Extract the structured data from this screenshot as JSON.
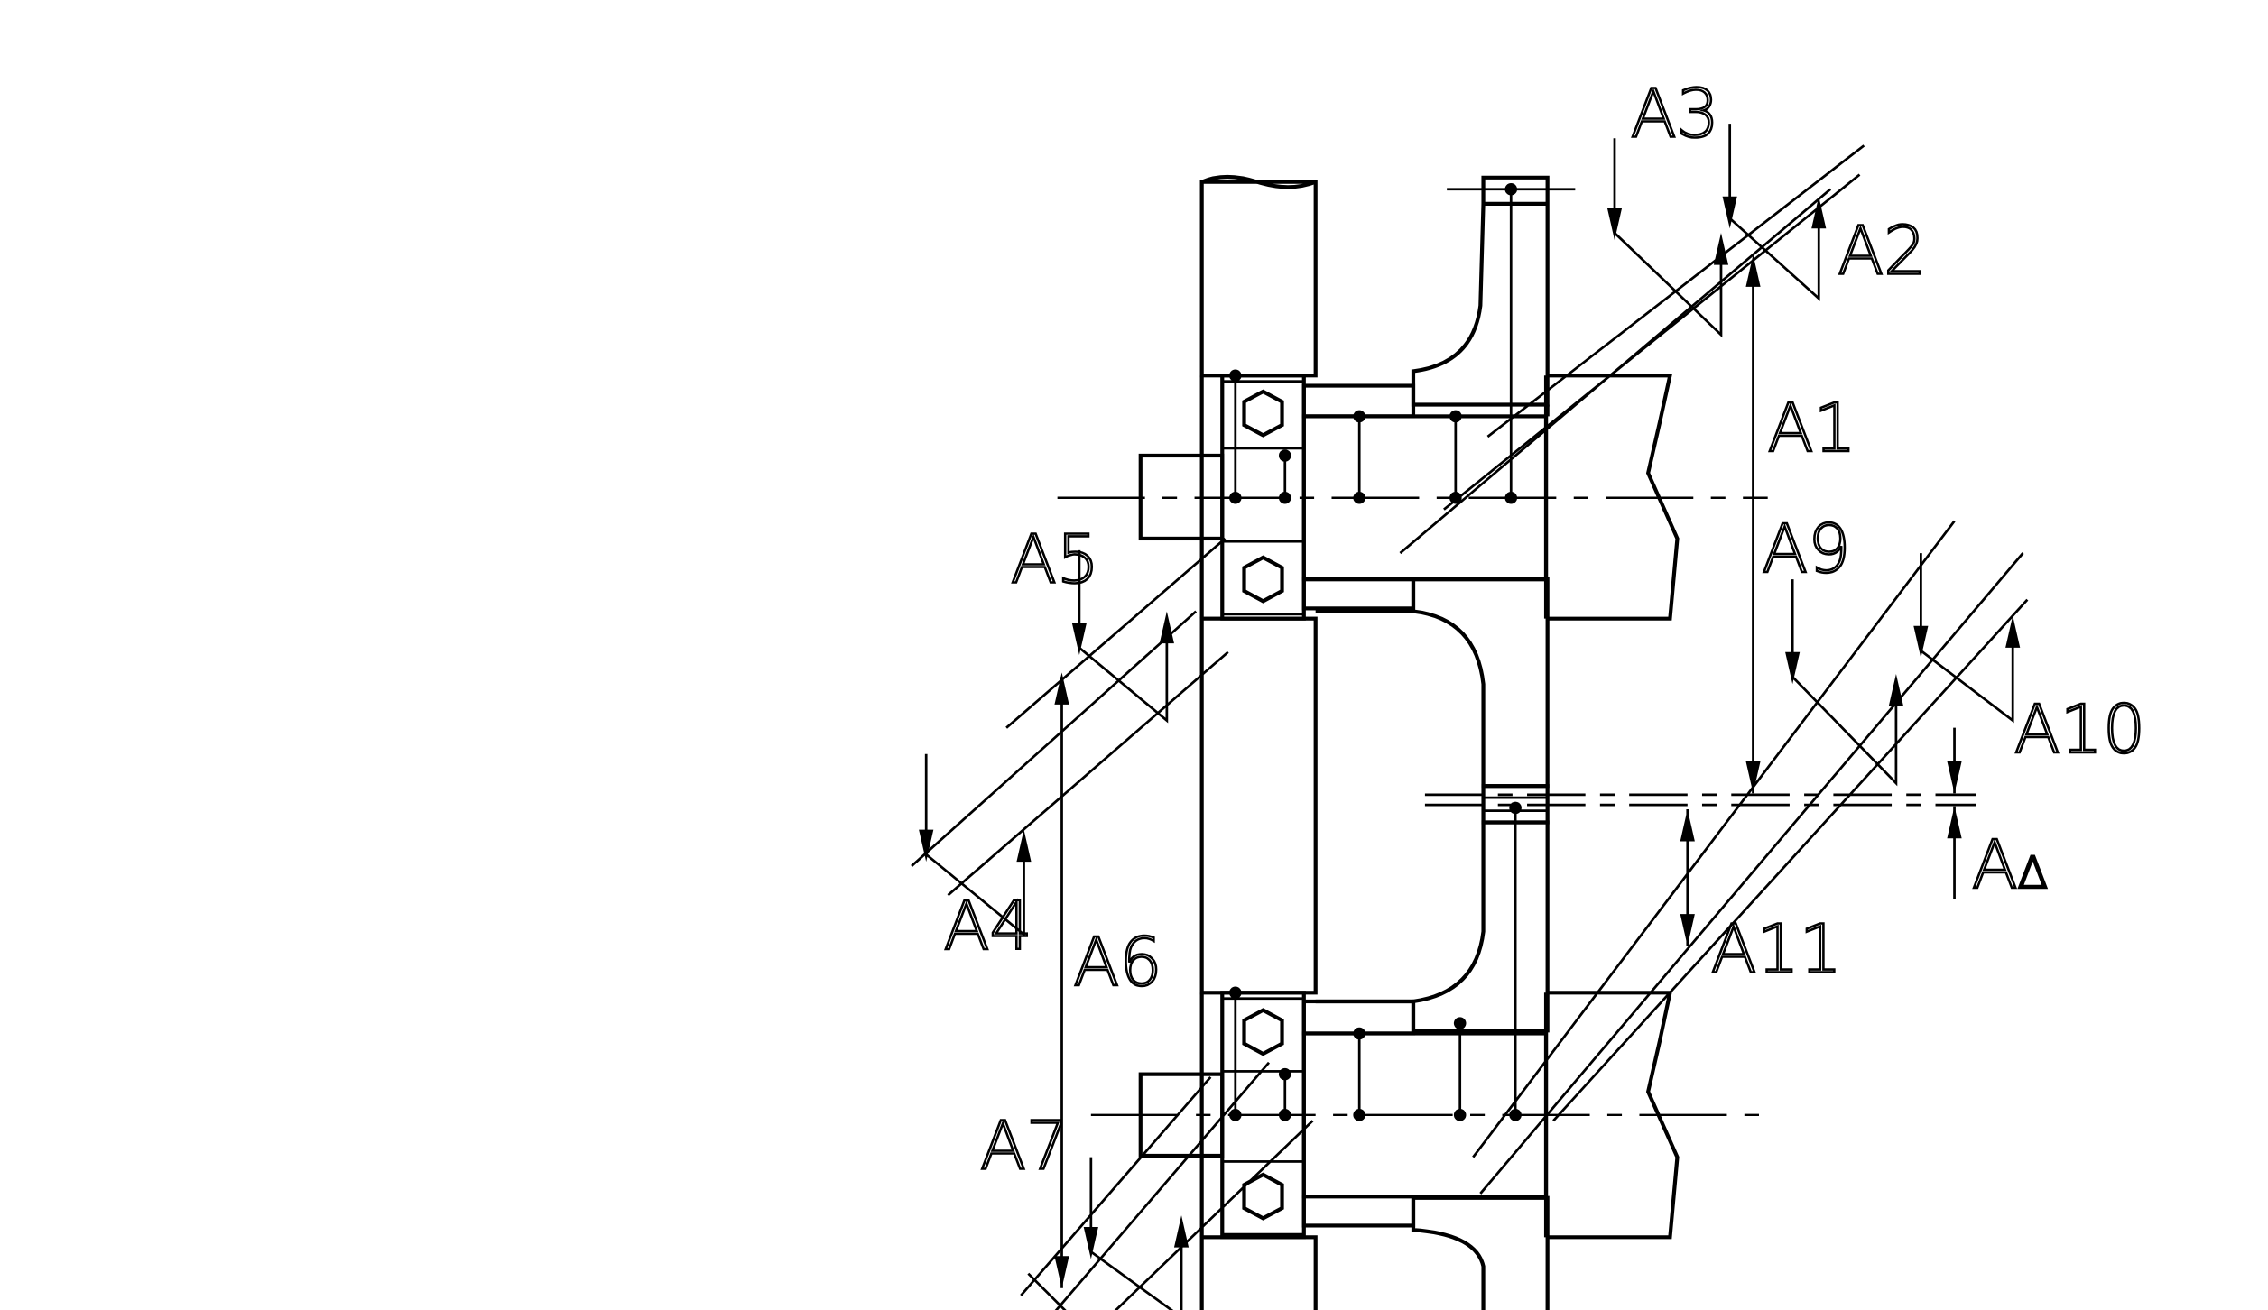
{
  "drawing": {
    "background": "#ffffff",
    "line_color": "#000000",
    "dimension_labels": {
      "A1": "A1",
      "A2": "A2",
      "A3": "A3",
      "A4": "A4",
      "A5": "A5",
      "A6": "A6",
      "A7": "A7",
      "A9": "A9",
      "A10": "A10",
      "A11": "A11",
      "Adelta_main": "A",
      "Adelta_sub": "Δ"
    }
  }
}
